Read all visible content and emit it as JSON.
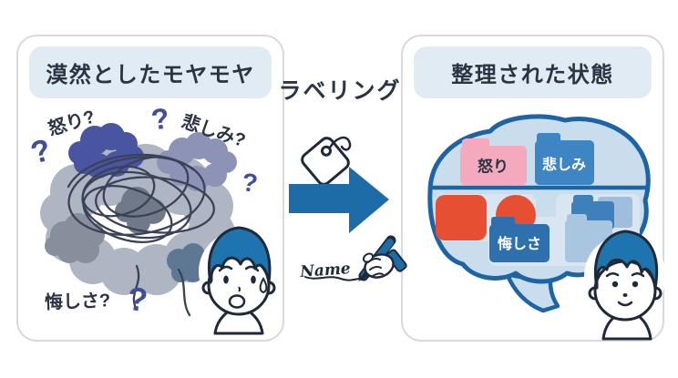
{
  "panels": {
    "left": {
      "title": "漠然としたモヤモヤ",
      "labels": {
        "anger": "怒り?",
        "sadness": "悲しみ?",
        "frustration": "悔しさ?"
      },
      "question_mark": "?"
    },
    "center": {
      "title": "ラベリング",
      "handwriting": "Name"
    },
    "right": {
      "title": "整理された状態",
      "folders": {
        "anger": "怒り",
        "sadness": "悲しみ",
        "frustration": "悔しさ"
      }
    }
  },
  "colors": {
    "background": "#ffffff",
    "card_border": "#d5dade",
    "pill_background": "#e1ebf4",
    "title_navy": "#2a3444",
    "outline_navy": "#1f2937",
    "accent_blue": "#1e6ca7",
    "question_indigo": "#3f4d9b",
    "hair_blue": "#1e74ae",
    "brain_fill": "#cadded",
    "brain_outline": "#1c64a4",
    "brain_shelf": "#d9e6f1",
    "folder_pink": "#f4a9bd",
    "folder_blue": "#3d85c3",
    "folder_dark_blue": "#2e6fad",
    "folder_light_blue": "#a9c6e1",
    "shape_red": "#e74f33",
    "cloud_indigo": "#4955a0",
    "cloud_gray_purple": "#8d93b7",
    "cloud_gray": "#aeb6c3",
    "cloud_mid_gray": "#868f9b",
    "cloud_slate": "#5e7894",
    "cloud_dark": "#707988",
    "scribble": "#3b4257"
  }
}
